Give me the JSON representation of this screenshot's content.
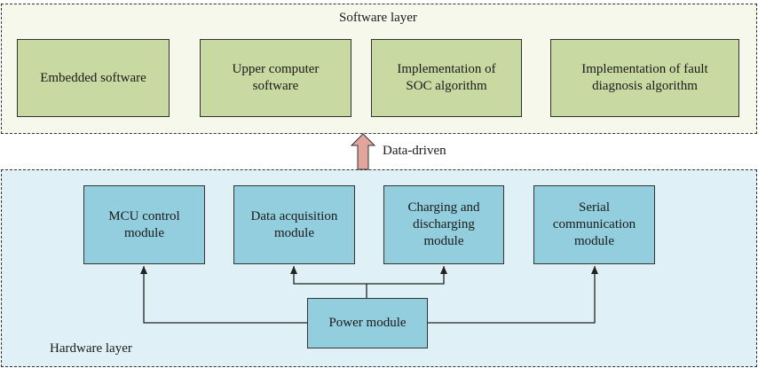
{
  "software_layer": {
    "title": "Software layer",
    "boxes": [
      {
        "label": "Embedded software"
      },
      {
        "label": "Upper computer\nsoftware"
      },
      {
        "label": "Implementation of\nSOC algorithm"
      },
      {
        "label": "Implementation of fault\ndiagnosis algorithm"
      }
    ]
  },
  "connector": {
    "label": "Data-driven",
    "color": "#e2a59c"
  },
  "hardware_layer": {
    "title": "Hardware layer",
    "boxes": [
      {
        "label": "MCU control\nmodule"
      },
      {
        "label": "Data acquisition\nmodule"
      },
      {
        "label": "Charging and\ndischarging\nmodule"
      },
      {
        "label": "Serial\ncommunication\nmodule"
      }
    ],
    "power": {
      "label": "Power module"
    }
  },
  "colors": {
    "software_box": "#c9d9a2",
    "hardware_box": "#92cedd",
    "software_bg": "#f6f8ec",
    "hardware_bg": "#dff0f6"
  }
}
